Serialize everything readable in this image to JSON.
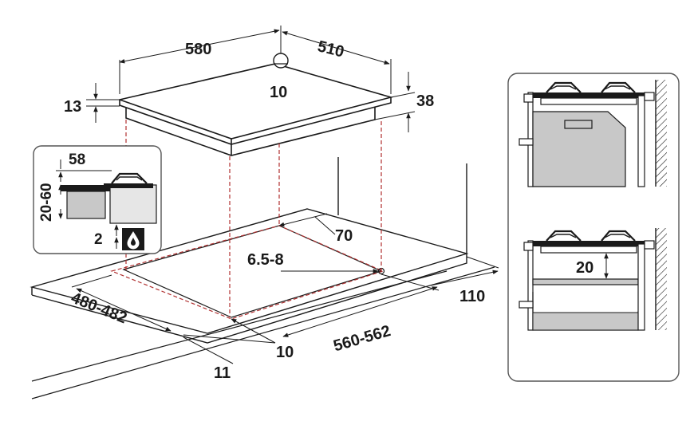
{
  "dimensions": {
    "hob_width": "580",
    "hob_depth": "510",
    "top_offset": "10",
    "glass_thickness": "13",
    "hob_height": "38",
    "burner_height": "58",
    "range_20_60": "20-60",
    "gap_2": "2",
    "side_70": "70",
    "bolt_65_8": "6.5-8",
    "cutout_depth": "480-482",
    "cutout_width": "560-562",
    "front_10": "10",
    "front_11": "11",
    "side_110": "110",
    "shelf_gap": "20"
  },
  "colors": {
    "line": "#1a1a1a",
    "dashed": "#b03030",
    "panel_border": "#555555",
    "grey_fill": "#c8c8c8",
    "light_grey": "#e0e0e0"
  }
}
